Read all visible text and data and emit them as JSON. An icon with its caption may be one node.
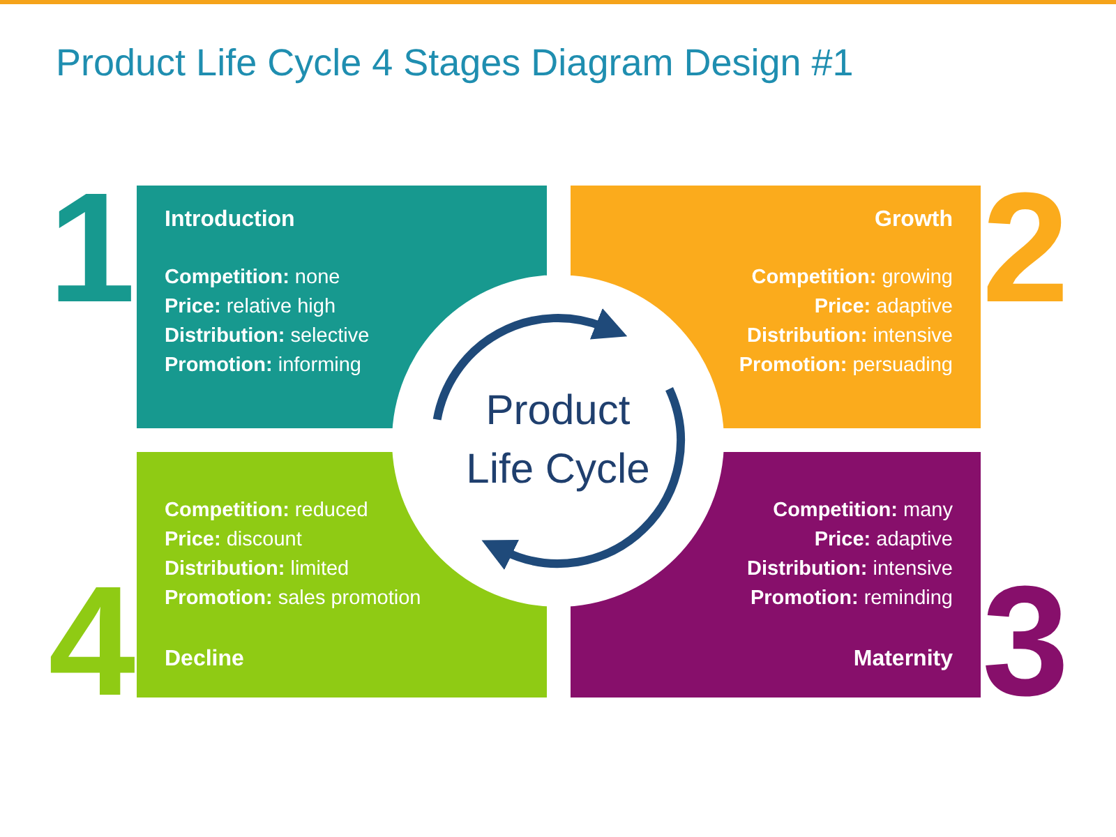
{
  "diagram": {
    "title": "Product Life Cycle 4 Stages Diagram Design #1",
    "nodes": [
      {
        "text": [
          "Introduction",
          "**Competition:** none",
          "**Price:** relative high",
          "**Distribution:** selective",
          "**Promotion:** informing"
        ],
        "beside": [
          "1"
        ]
      },
      {
        "text": [
          "Growth",
          "**Competition:** growing",
          "**Price:** adaptive",
          "**Distribution:** intensive",
          "**Promotion:** persuading"
        ],
        "beside": [
          "2"
        ]
      },
      {
        "text": [
          "**Competition:** many",
          "**Price:** adaptive",
          "**Distribution:** intensive",
          "**Promotion:** reminding",
          "Maternity"
        ],
        "beside": [
          "3"
        ]
      },
      {
        "text": [
          "**Competition:** reduced",
          "**Price:** discount",
          "**Distribution:** limited",
          "**Promotion:** sales promotion",
          "Decline"
        ],
        "beside": [
          "4"
        ]
      },
      {
        "text": [
          "Product Life Cycle"
        ]
      }
    ]
  }
}
